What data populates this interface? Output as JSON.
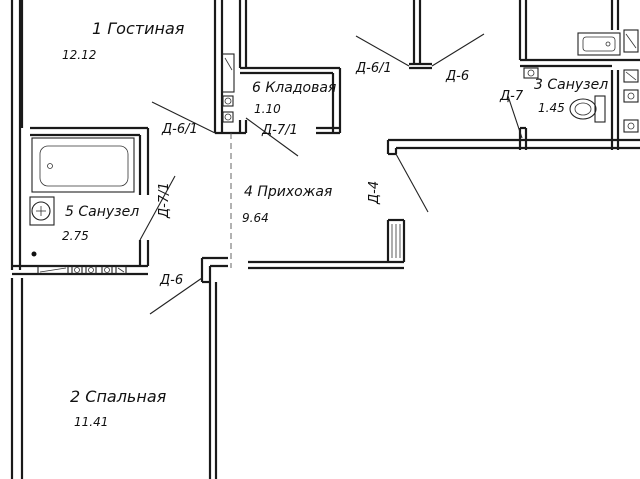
{
  "rooms": [
    {
      "name": "1 Гостиная",
      "area": "12.12"
    },
    {
      "name": "6 Кладовая",
      "area": "1.10"
    },
    {
      "name": "3 Санузел",
      "area": "1.45"
    },
    {
      "name": "4 Прихожая",
      "area": "9.64"
    },
    {
      "name": "5 Санузел",
      "area": "2.75"
    },
    {
      "name": "2 Спальная",
      "area": "11.41"
    }
  ],
  "doors": [
    {
      "label": "Д-6/1"
    },
    {
      "label": "Д-6"
    },
    {
      "label": "Д-7"
    },
    {
      "label": "Д-6/1"
    },
    {
      "label": "Д-7/1"
    },
    {
      "label": "Д-4"
    },
    {
      "label": "Д-7/1"
    },
    {
      "label": "Д-6"
    }
  ]
}
